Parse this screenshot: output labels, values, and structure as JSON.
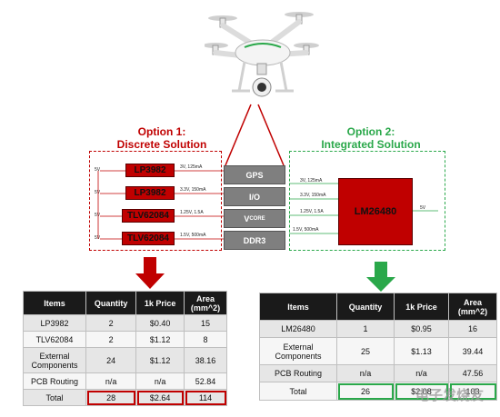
{
  "option1": {
    "title_line1": "Option 1:",
    "title_line2": "Discrete Solution",
    "chips": [
      {
        "name": "LP3982",
        "in": "5V",
        "out": "3V, 125mA"
      },
      {
        "name": "LP3982",
        "in": "5V",
        "out": "3.3V, 150mA"
      },
      {
        "name": "TLV62084",
        "in": "5V",
        "out": "1.25V, 1.5A"
      },
      {
        "name": "TLV62084",
        "in": "5V",
        "out": "1.5V, 500mA"
      }
    ]
  },
  "center_blocks": [
    "GPS",
    "I/O",
    "V",
    "DDR3"
  ],
  "vcore_sub": "CORE",
  "option2": {
    "title_line1": "Option 2:",
    "title_line2": "Integrated Solution",
    "chip": "LM26480",
    "input": "5V",
    "outputs": [
      "3V, 125mA",
      "3.3V, 150mA",
      "1.25V, 1.5A",
      "1.5V, 500mA"
    ]
  },
  "table1": {
    "headers": [
      "Items",
      "Quantity",
      "1k Price",
      "Area (mm^2)"
    ],
    "rows": [
      [
        "LP3982",
        "2",
        "$0.40",
        "15"
      ],
      [
        "TLV62084",
        "2",
        "$1.12",
        "8"
      ],
      [
        "External Components",
        "24",
        "$1.12",
        "38.16"
      ],
      [
        "PCB Routing",
        "n/a",
        "n/a",
        "52.84"
      ],
      [
        "Total",
        "28",
        "$2.64",
        "114"
      ]
    ]
  },
  "table2": {
    "headers": [
      "Items",
      "Quantity",
      "1k Price",
      "Area (mm^2)"
    ],
    "rows": [
      [
        "LM26480",
        "1",
        "$0.95",
        "16"
      ],
      [
        "External Components",
        "25",
        "$1.13",
        "39.44"
      ],
      [
        "PCB Routing",
        "n/a",
        "n/a",
        "47.56"
      ],
      [
        "Total",
        "26",
        "$2.08",
        "103"
      ]
    ]
  },
  "watermark": "电子发烧友",
  "colors": {
    "option1": "#c00000",
    "option2": "#2aa84a",
    "table_header": "#1a1a1a"
  }
}
